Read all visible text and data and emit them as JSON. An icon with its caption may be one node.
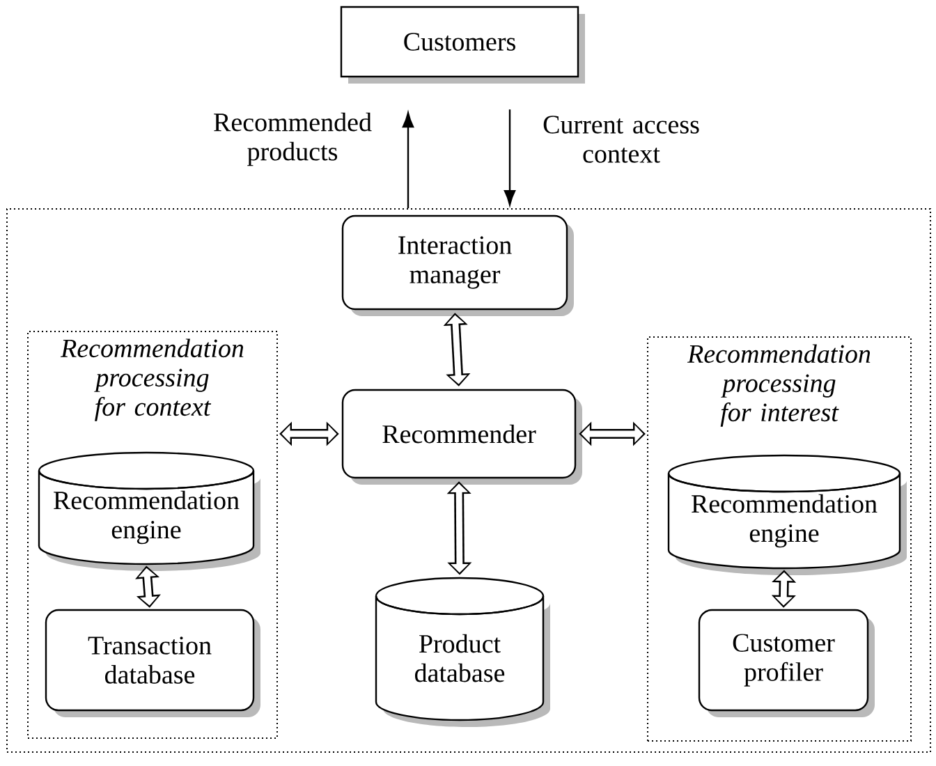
{
  "diagram": {
    "nodes": [
      {
        "text": [
          "Customers"
        ]
      },
      {
        "text": [],
        "shape": "box"
      },
      {
        "text": [
          "Interaction manager"
        ],
        "in": 1
      },
      {
        "text": [
          "Recommendation processing for context"
        ],
        "in": 1
      },
      {
        "text": [
          "Recommendation engine"
        ],
        "in": 3
      },
      {
        "text": [
          "Transaction database"
        ],
        "in": 3
      },
      {
        "text": [
          "Recommender"
        ],
        "in": 1
      },
      {
        "text": [
          "Product database"
        ],
        "in": 1
      },
      {
        "text": [
          "Recommendation processing for interest"
        ],
        "in": 1
      },
      {
        "text": [
          "Recommendation engine"
        ],
        "in": 8
      },
      {
        "text": [
          "Customer profiler"
        ],
        "in": 8
      }
    ],
    "edges": [
      {
        "from": 1,
        "to": 0,
        "arrow": "to",
        "label": "Recommended products",
        "color": "#000000"
      },
      {
        "from": 0,
        "to": 1,
        "arrow": "to",
        "label": "Current access context",
        "color": "#000000"
      },
      {
        "from": 2,
        "to": 6,
        "arrow": "both"
      },
      {
        "from": 3,
        "to": 6,
        "arrow": "both"
      },
      {
        "from": 6,
        "to": 8,
        "arrow": "both"
      },
      {
        "from": 6,
        "to": 7,
        "arrow": "both"
      },
      {
        "from": 4,
        "to": 5,
        "arrow": "both"
      },
      {
        "from": 9,
        "to": 10,
        "arrow": "both"
      }
    ]
  }
}
